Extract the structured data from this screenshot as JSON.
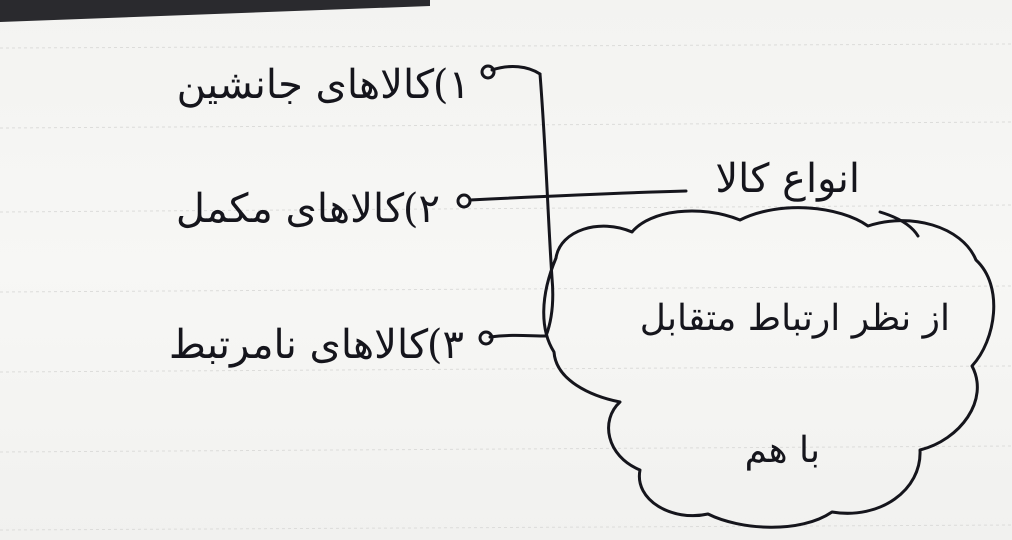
{
  "diagram": {
    "root": {
      "label": "انواع کالا",
      "ink": "#15151c"
    },
    "branches": [
      {
        "number": "۱)",
        "label": "کالاهای جانشین"
      },
      {
        "number": "۲)",
        "label": "کالاهای مکمل"
      },
      {
        "number": "۳)",
        "label": "کالاهای نامرتبط"
      }
    ],
    "note": {
      "line1": "از نظر ارتباط متقابل",
      "line2": "با هم"
    },
    "paper_color": "#f5f5f3",
    "rule_color": "#dcdcda"
  }
}
